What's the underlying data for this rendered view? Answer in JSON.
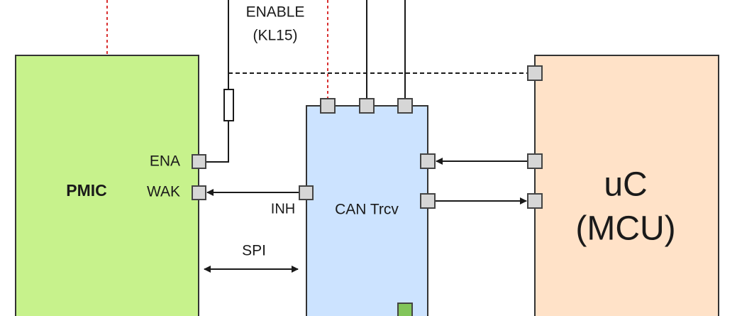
{
  "blocks": {
    "pmic": {
      "label": "PMIC",
      "fill": "#c7f28c",
      "stroke": "#333333"
    },
    "can_trcv": {
      "label": "CAN Trcv",
      "fill": "#cce3ff",
      "stroke": "#333333"
    },
    "mcu": {
      "label_line1": "uC",
      "label_line2": "(MCU)",
      "fill": "#ffe2c8",
      "stroke": "#333333"
    }
  },
  "labels": {
    "enable_line1": "ENABLE",
    "enable_line2": "(KL15)",
    "ena": "ENA",
    "wak": "WAK",
    "inh": "INH",
    "spi": "SPI"
  },
  "colors": {
    "port_fill": "#d6d6d6",
    "port_stroke": "#444444",
    "green_port": "#82c55a",
    "red_dotted": "#d93030",
    "line": "#1a1a1a"
  }
}
